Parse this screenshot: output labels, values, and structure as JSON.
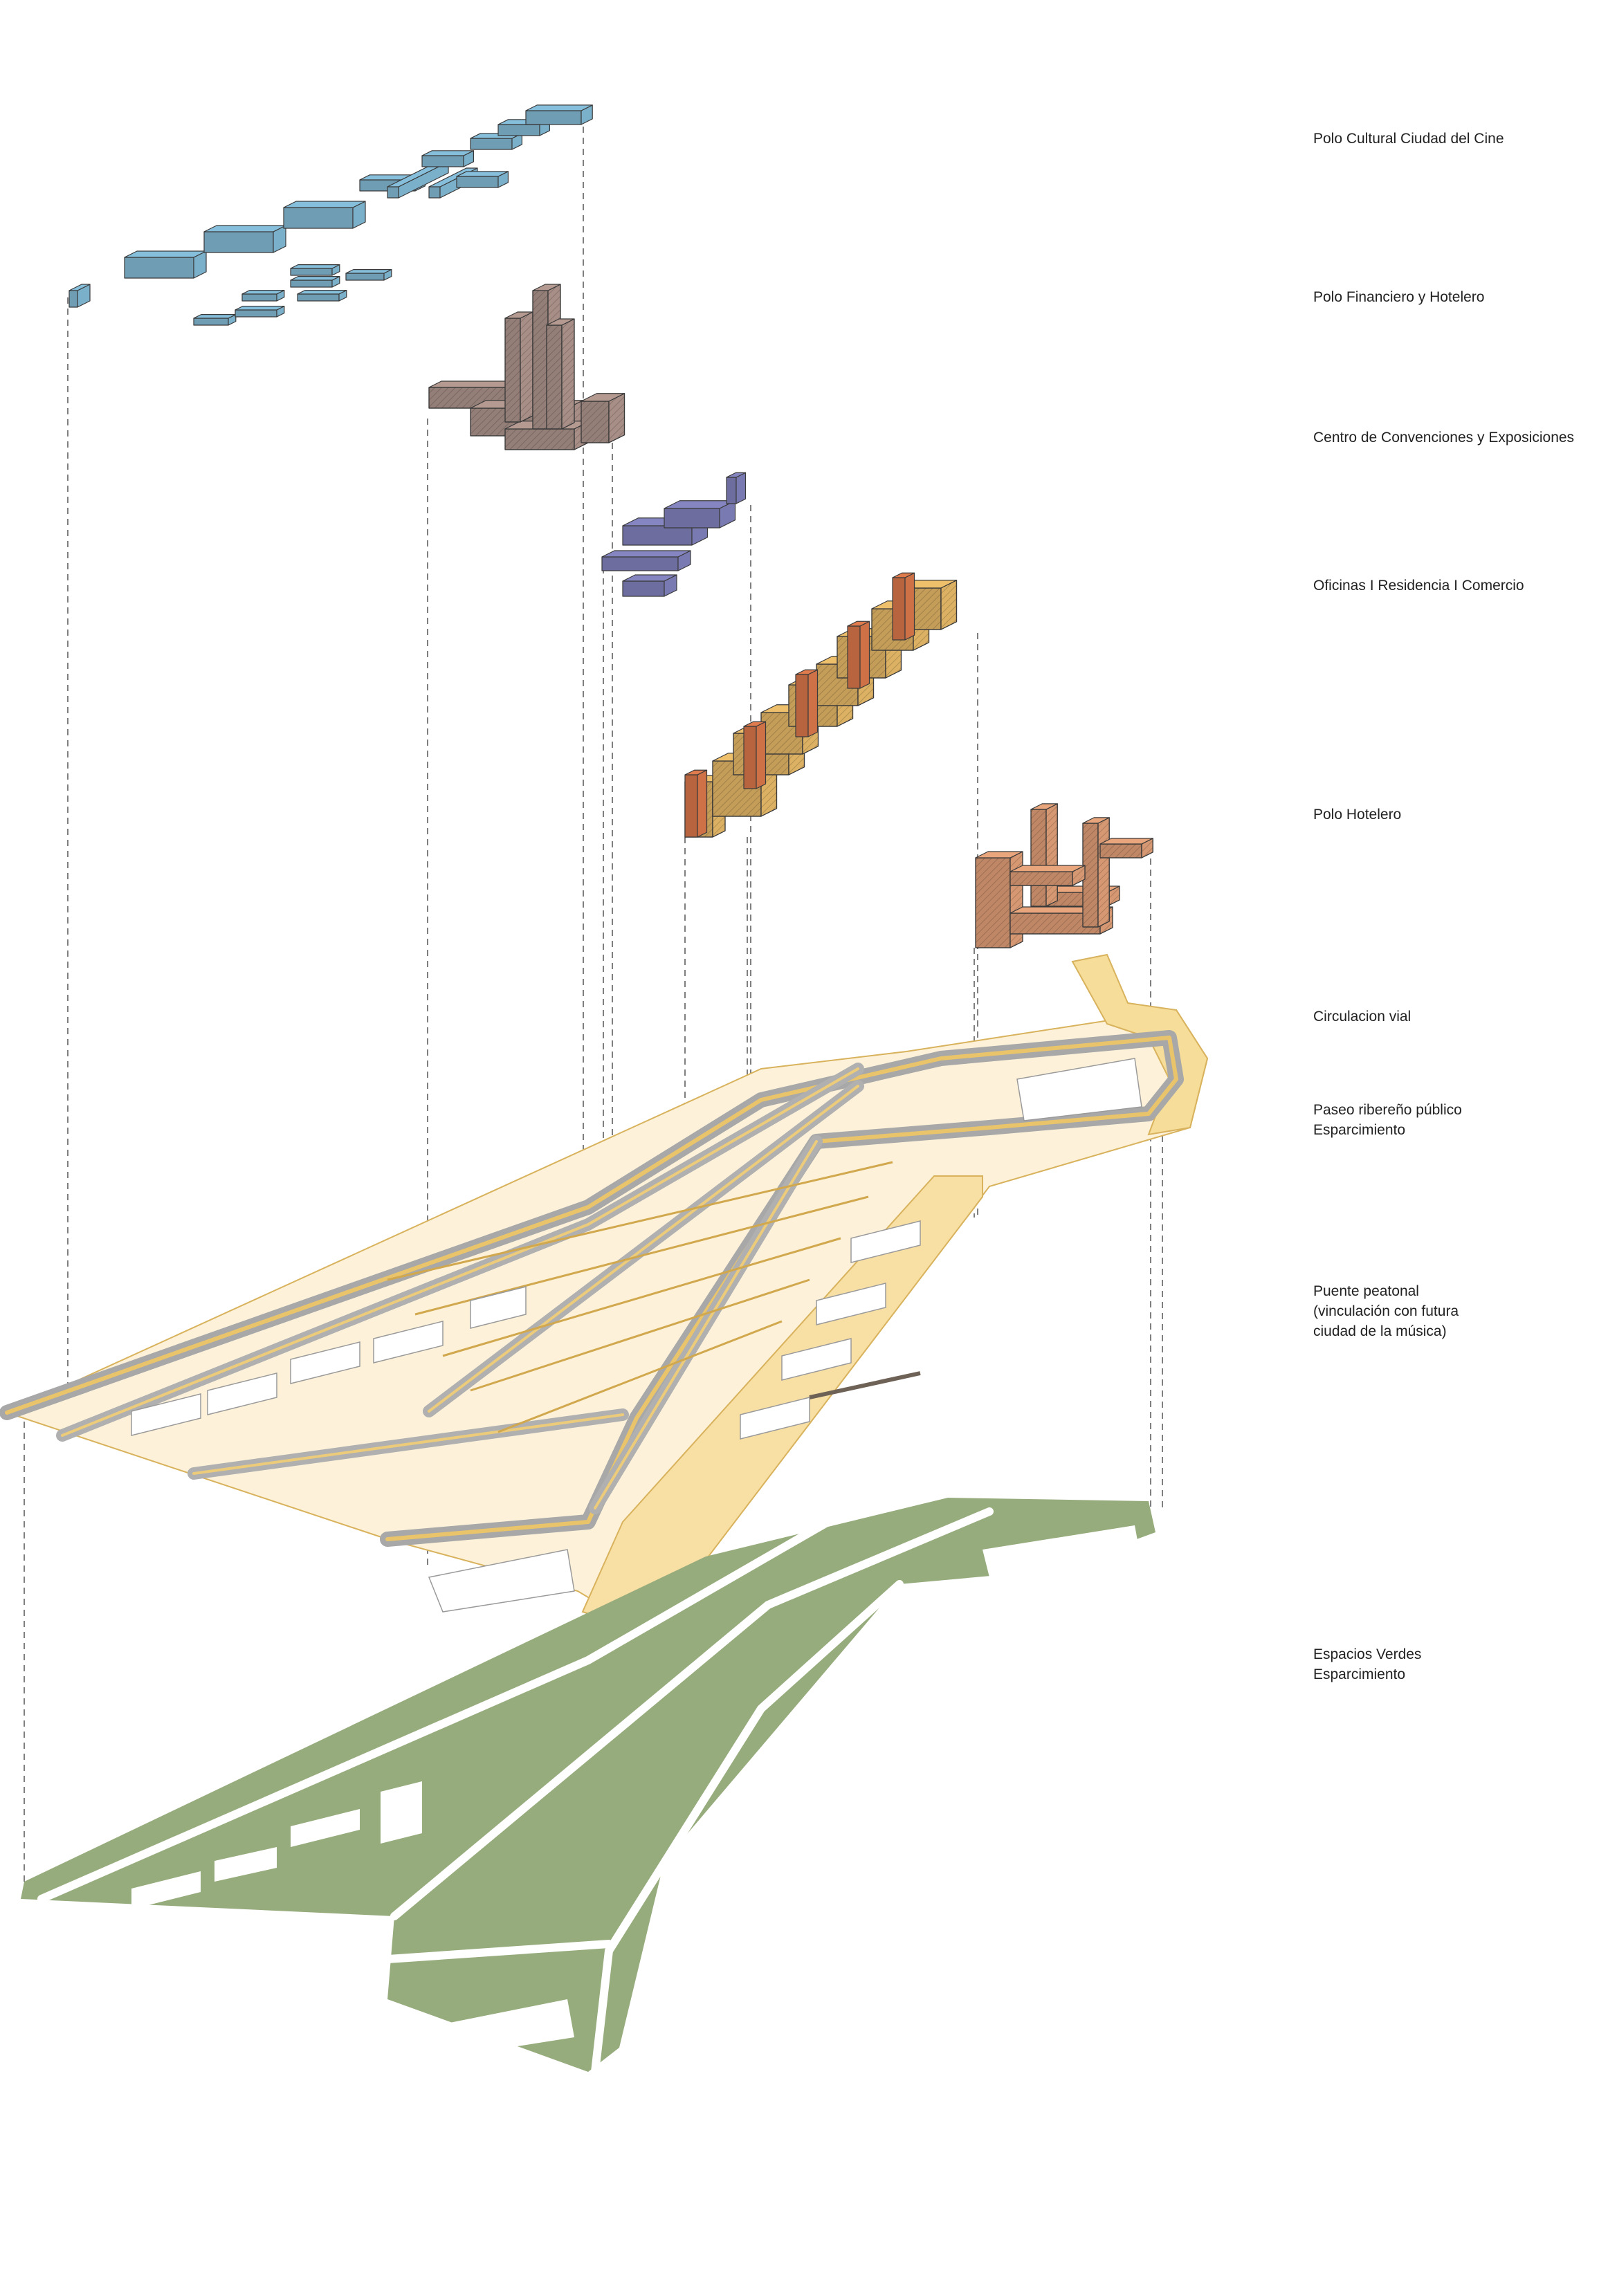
{
  "legend": [
    {
      "lines": [
        "Polo Cultural  Ciudad del Cine"
      ]
    },
    {
      "lines": [
        "Polo Financiero y Hotelero"
      ]
    },
    {
      "lines": [
        "Centro de Convenciones y Exposiciones"
      ]
    },
    {
      "lines": [
        "Oficinas I Residencia I Comercio"
      ]
    },
    {
      "lines": [
        "Polo Hotelero"
      ]
    },
    {
      "lines": [
        "Circulacion vial"
      ]
    },
    {
      "lines": [
        "Paseo ribereño público",
        "Esparcimiento"
      ]
    },
    {
      "lines": [
        "Puente peatonal",
        "(vinculación con futura",
        "ciudad de la música)"
      ]
    },
    {
      "lines": [
        "Espacios Verdes",
        "Esparcimiento"
      ]
    }
  ],
  "colors": {
    "cultural": "#86bfdc",
    "financial": "#b59a92",
    "convention": "#8585c2",
    "offices": "#efc06c",
    "offices_accent": "#e07b4d",
    "hotel": "#e9a57c",
    "plan_fill": "#fdf1d4",
    "riverwalk": "#f8dfa3",
    "road": "#bdbdbd",
    "green": "#97ac7d",
    "bridge": "#6e6257"
  }
}
